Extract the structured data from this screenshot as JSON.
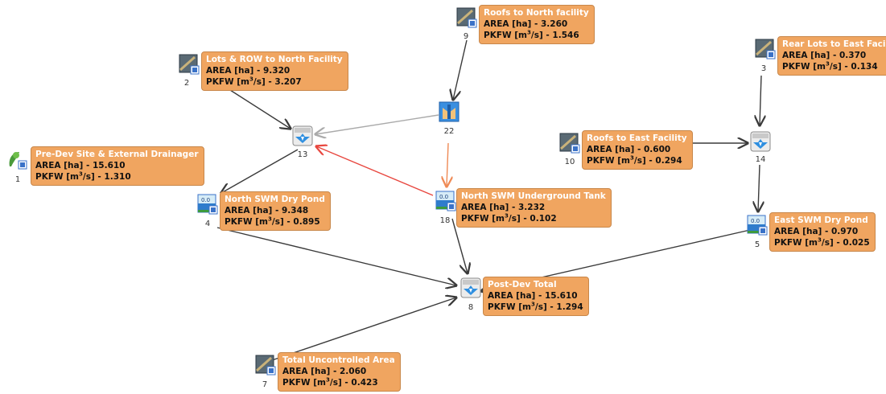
{
  "area_prefix": "AREA [ha] - ",
  "pkfw_prefix": "PKFW [m",
  "pkfw_suffix": "/s] - ",
  "nodes": [
    {
      "id": "1",
      "type": "predev",
      "title": "Pre-Dev Site & External Drainager",
      "area": "15.610",
      "pkfw": "1.310"
    },
    {
      "id": "2",
      "type": "catchment",
      "title": "Lots & ROW to North Facility",
      "area": "9.320",
      "pkfw": "3.207"
    },
    {
      "id": "9",
      "type": "catchment",
      "title": "Roofs to North facility",
      "area": "3.260",
      "pkfw": "1.546"
    },
    {
      "id": "3",
      "type": "catchment",
      "title": "Rear Lots to East Facility",
      "area": "0.370",
      "pkfw": "0.134"
    },
    {
      "id": "10",
      "type": "catchment",
      "title": "Roofs to East Facility",
      "area": "0.600",
      "pkfw": "0.294"
    },
    {
      "id": "4",
      "type": "pond",
      "title": "North SWM Dry Pond",
      "area": "9.348",
      "pkfw": "0.895"
    },
    {
      "id": "18",
      "type": "pond",
      "title": "North SWM Underground Tank",
      "area": "3.232",
      "pkfw": "0.102"
    },
    {
      "id": "5",
      "type": "pond",
      "title": "East SWM Dry Pond",
      "area": "0.970",
      "pkfw": "0.025"
    },
    {
      "id": "8",
      "type": "junction",
      "title": "Post-Dev Total",
      "area": "15.610",
      "pkfw": "1.294"
    },
    {
      "id": "7",
      "type": "catchment",
      "title": "Total Uncontrolled Area",
      "area": "2.060",
      "pkfw": "0.423"
    },
    {
      "id": "13",
      "type": "junction"
    },
    {
      "id": "14",
      "type": "junction"
    },
    {
      "id": "22",
      "type": "diversion"
    }
  ],
  "colors": {
    "label_bg": "#F0A560",
    "link": "#3a3a3a",
    "link_light": "#aaaaaa",
    "link_red": "#e8473f",
    "link_orange": "#ef8a55"
  }
}
